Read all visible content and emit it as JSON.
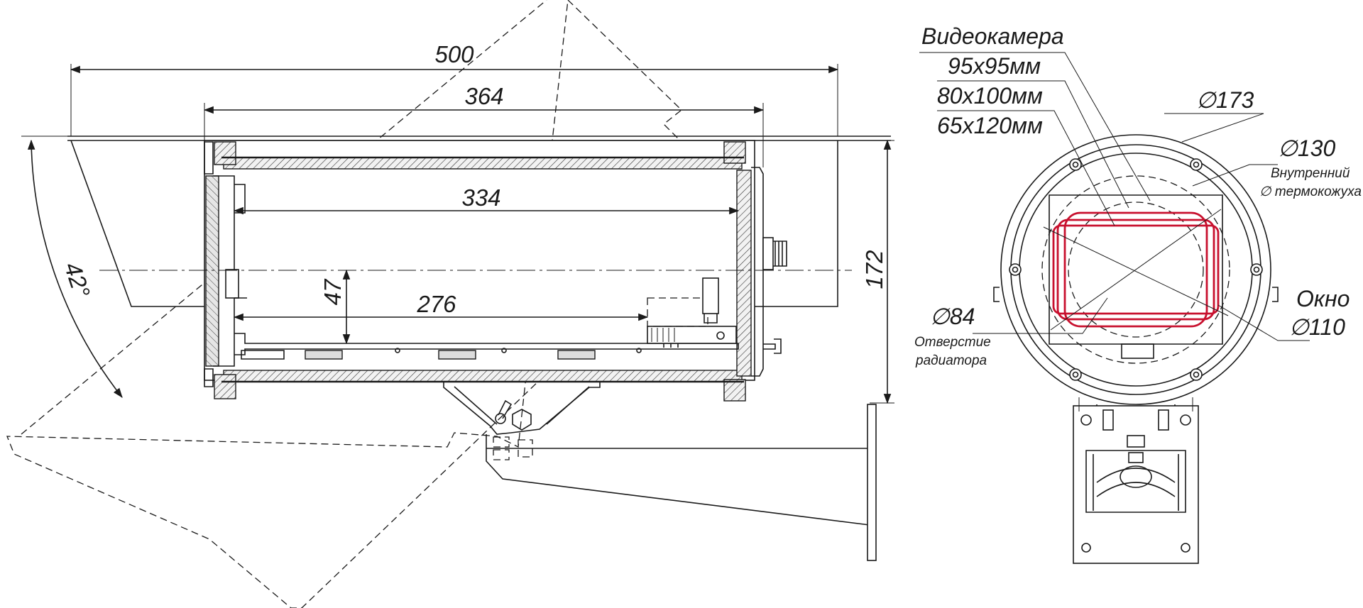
{
  "side_view": {
    "dimensions": {
      "overall_length": "500",
      "housing_length": "364",
      "inner_length": "334",
      "camera_shelf": "276",
      "shelf_height": "47",
      "height": "172",
      "tilt_angle": "42°"
    }
  },
  "front_view": {
    "camera_title": "Видеокамера",
    "camera_sizes": [
      "95x95мм",
      "80x100мм",
      "65x120мм"
    ],
    "outer_diameter": "∅173",
    "inner_diameter": "∅130",
    "inner_note_line1": "Внутренний",
    "inner_note_line2": "∅ термокожуха",
    "radiator_diameter": "∅84",
    "radiator_note_line1": "Отверстие",
    "radiator_note_line2": "радиатора",
    "window_label": "Окно",
    "window_diameter": "∅110"
  },
  "colors": {
    "line": "#1a1a1a",
    "camera_outline": "#c8102e",
    "background": "#ffffff"
  }
}
